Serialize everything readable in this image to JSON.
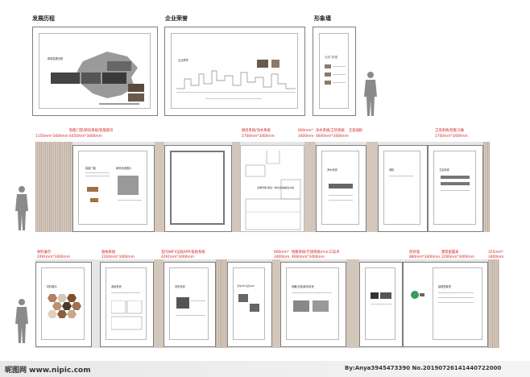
{
  "top_row": {
    "sections": [
      {
        "title": "发展历程"
      },
      {
        "title": "企业荣誉"
      },
      {
        "title": "形象墙"
      }
    ],
    "panel_labels": [
      "新城发展历程",
      "企业荣誉",
      "七孔门示范"
    ]
  },
  "middle_row": {
    "labels": [
      {
        "text": "1150mm*3400mm"
      },
      {
        "text": "智能门禁/新风系统/智能窗帘",
        "size": "6450mm*3400mm"
      },
      {
        "text": "厨房系统/净水系统",
        "size": "2700mm*3400mm"
      },
      {
        "text": "600mm*",
        "size": "3400mm"
      },
      {
        "text": "净水系统/卫浴系统",
        "size": "4600mm*3400mm"
      },
      {
        "text": "无案墙柜"
      },
      {
        "text": "卫浴系统/智能马桶",
        "size": "1700mm*3400mm"
      }
    ],
    "panel_titles": [
      "智能门锁",
      "新风系统展示",
      "全屋智能 厨房一体化系统解决方案",
      "净水系统",
      "墙柜",
      "卫浴系统"
    ]
  },
  "bottom_row": {
    "labels": [
      {
        "text": "材料展示",
        "size": "2491mm*3400mm"
      },
      {
        "text": "收纳系统",
        "size": "2204mm*3400mm"
      },
      {
        "text": "室内WIFI/远程APP/安防系统",
        "size": "4291mm*3400mm"
      },
      {
        "text": "600mm*",
        "size": "3400mm"
      },
      {
        "text": "地暖系统/空调系统/mini工技术",
        "size": "4660mm*3400mm"
      },
      {
        "text": "项目墙",
        "size": "880mm*3400mm"
      },
      {
        "text": "建筑配置表",
        "size": "2206mm*3400mm"
      },
      {
        "text": "355mm*",
        "size": "3400mm"
      }
    ],
    "panel_titles": [
      "材料展示",
      "收纳系统",
      "安防系统",
      "室内WIFI/远程APP",
      "地暖/空调/新风系统",
      "",
      "建筑配置表"
    ]
  },
  "watermark": {
    "left": "昵图网 www.nipic.com",
    "right": "By:Anya3945473390 No.20190726141440722000"
  },
  "colors": {
    "accent": "#d42020",
    "wood": "#c9b9ac"
  }
}
